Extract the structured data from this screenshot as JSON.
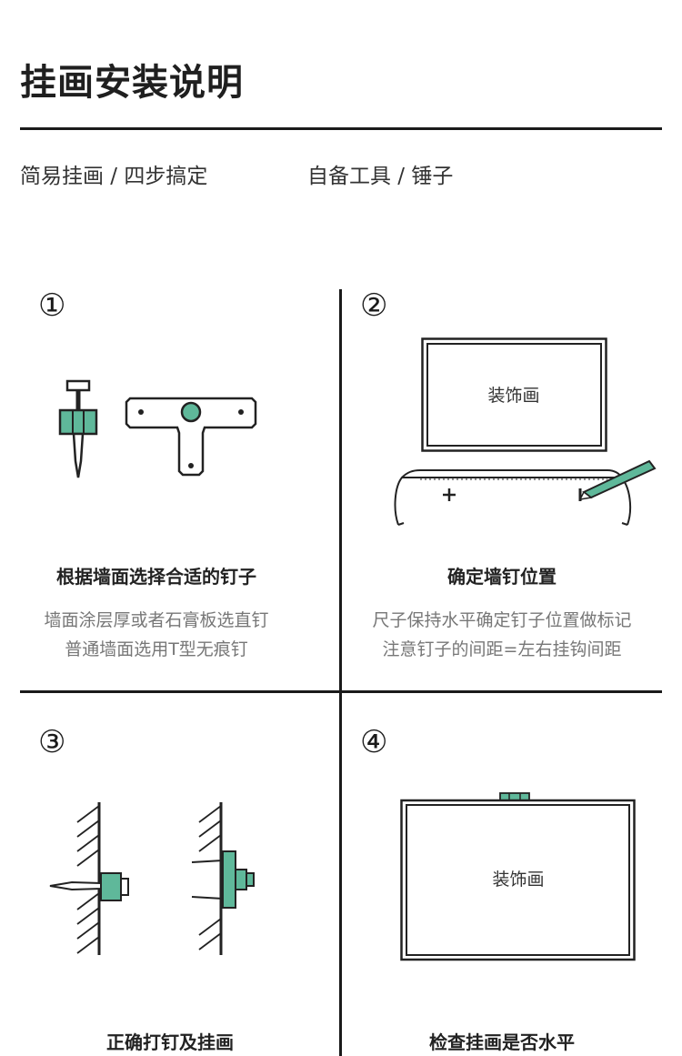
{
  "header": {
    "title": "挂画安装说明",
    "subtitle_left": "简易挂画 / 四步搞定",
    "subtitle_right": "自备工具 / 锤子"
  },
  "colors": {
    "accent": "#5fb89a",
    "line": "#1a1a1a"
  },
  "steps": [
    {
      "number": "①",
      "caption": "根据墙面选择合适的钉子",
      "desc_lines": [
        "墙面涂层厚或者石膏板选直钉",
        "普通墙面选用T型无痕钉"
      ]
    },
    {
      "number": "②",
      "frame_label": "装饰画",
      "caption": "确定墙钉位置",
      "desc_lines": [
        "尺子保持水平确定钉子位置做标记",
        "注意钉子的间距=左右挂钩间距"
      ]
    },
    {
      "number": "③",
      "caption": "正确打钉及挂画"
    },
    {
      "number": "④",
      "frame_label": "装饰画",
      "caption": "检查挂画是否水平"
    }
  ]
}
